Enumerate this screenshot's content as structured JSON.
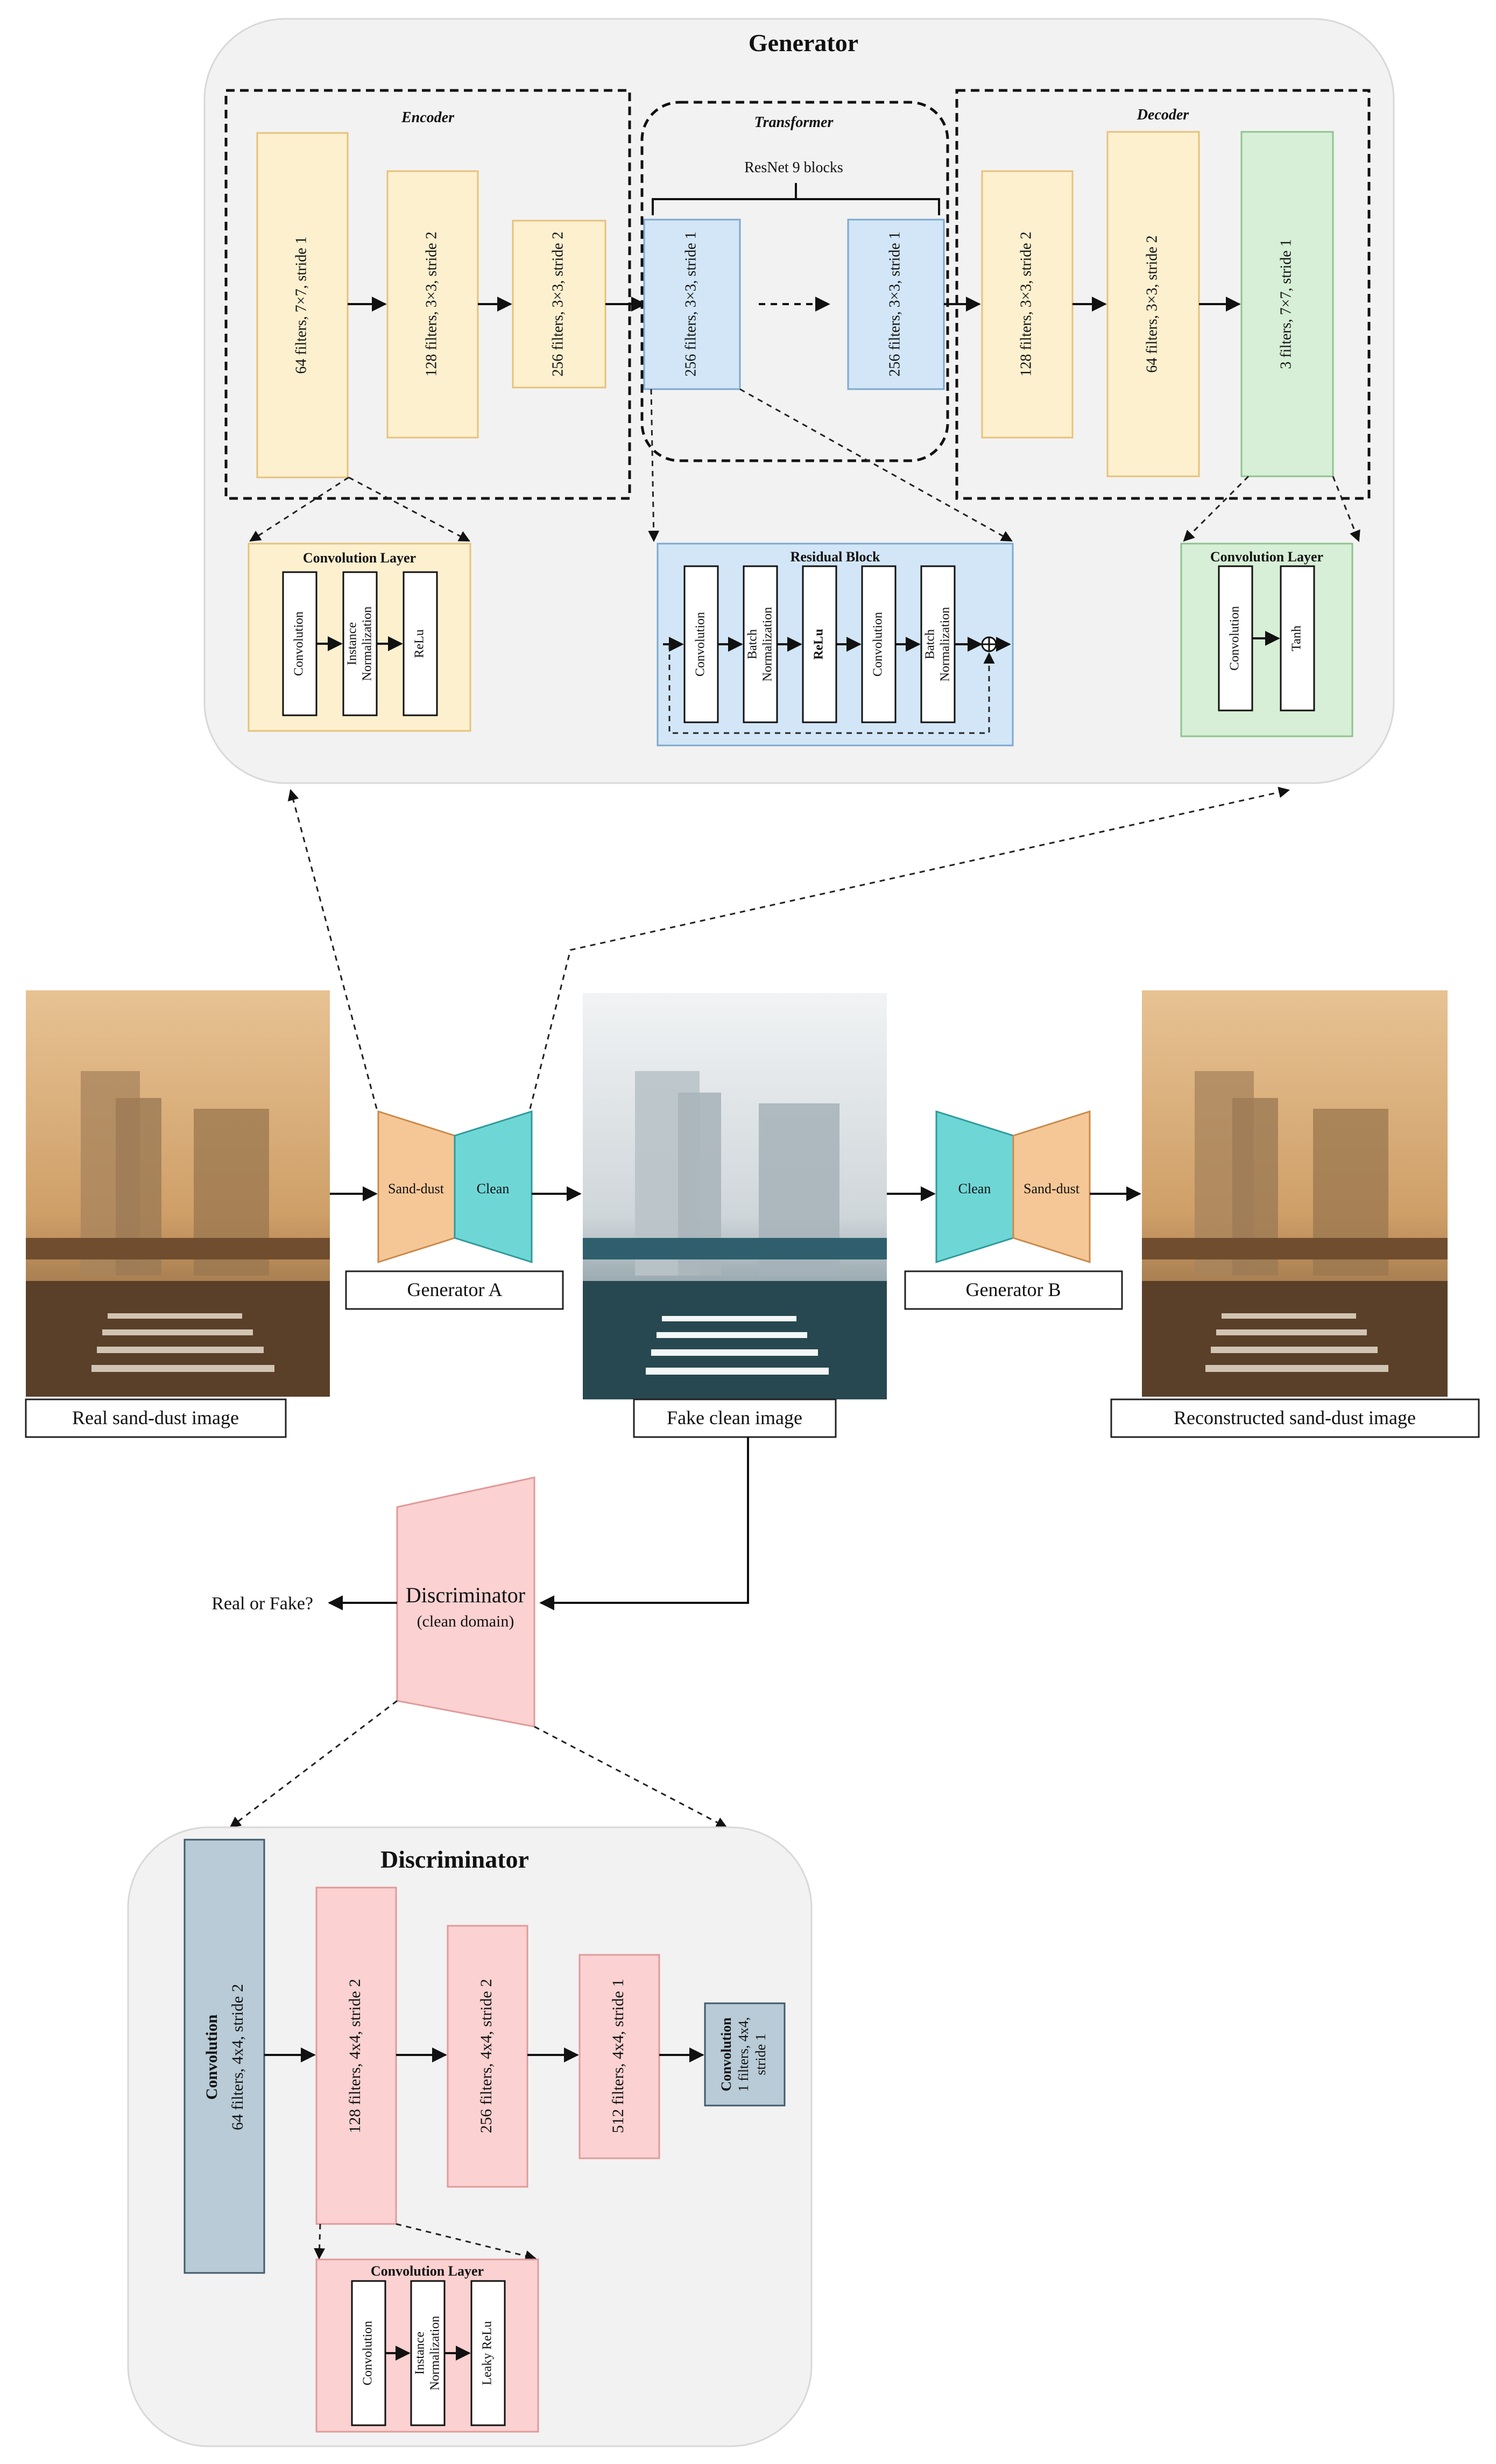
{
  "generator": {
    "title": "Generator",
    "encoder": {
      "title": "Encoder",
      "blocks": [
        "64 filters, 7×7, stride 1",
        "128 filters, 3×3, stride 2",
        "256 filters, 3×3, stride 2"
      ]
    },
    "transformer": {
      "title": "Transformer",
      "group_label": "ResNet 9 blocks",
      "blocks": [
        "256 filters, 3×3, stride 1",
        "256 filters, 3×3, stride 1"
      ]
    },
    "decoder": {
      "title": "Decoder",
      "blocks": [
        "128 filters, 3×3, stride 2",
        "64 filters, 3×3, stride 2",
        "3 filters, 7×7, stride 1"
      ]
    },
    "conv_layer_encoder": {
      "title": "Convolution Layer",
      "items": [
        "Convolution",
        "Instance",
        "Normalization",
        "ReLu"
      ]
    },
    "residual_block": {
      "title": "Residual Block",
      "items": [
        "Convolution",
        "Batch",
        "Normalization",
        "ReLu",
        "Convolution",
        "Batch",
        "Normalization"
      ]
    },
    "conv_layer_decoder": {
      "title": "Convolution Layer",
      "items": [
        "Convolution",
        "Tanh"
      ]
    }
  },
  "pipeline": {
    "real_label": "Real sand-dust image",
    "fake_label": "Fake clean image",
    "recon_label": "Reconstructed sand-dust image",
    "generator_a": {
      "label": "Generator A",
      "left": "Sand-dust",
      "right": "Clean"
    },
    "generator_b": {
      "label": "Generator B",
      "left": "Clean",
      "right": "Sand-dust"
    },
    "discriminator_node": {
      "title": "Discriminator",
      "subtitle": "(clean domain)"
    },
    "output_label": "Real or Fake?"
  },
  "discriminator": {
    "title": "Discriminator",
    "first_block": {
      "bold": "Convolution",
      "text": "64 filters, 4x4, stride 2"
    },
    "blocks": [
      "128 filters, 4x4, stride 2",
      "256 filters, 4x4, stride 2",
      "512 filters, 4x4, stride 1"
    ],
    "last_block": {
      "bold": "Convolution",
      "line1": "1 filters, 4x4,",
      "line2": "stride 1"
    },
    "conv_layer": {
      "title": "Convolution Layer",
      "items": [
        "Convolution",
        "Instance",
        "Normalization",
        "Leaky ReLu"
      ]
    }
  },
  "colors": {
    "encoder_block": "#fdf0cf",
    "transformer_block": "#d2e6f7",
    "decoder_output_block": "#d6efd6",
    "discriminator_block": "#fbd1d1",
    "discriminator_conv": "#b8cbd6",
    "sand_dust": "#f6c796",
    "clean": "#6fd6d6"
  }
}
